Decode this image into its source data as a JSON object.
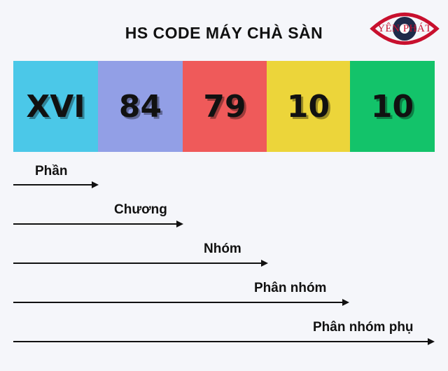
{
  "title": "HS CODE MÁY CHÀ SÀN",
  "logo": {
    "text": "YÊN PHÁT",
    "icon": "eye-logo-icon"
  },
  "colors": {
    "xvi": "#4bc8e8",
    "c84": "#929fe6",
    "c79": "#ef5a5a",
    "c10a": "#ecd53a",
    "c10b": "#13c36a",
    "logo_red": "#c8102e",
    "logo_dark": "#1e2a4a"
  },
  "codes": [
    "XVI",
    "84",
    "79",
    "10",
    "10"
  ],
  "levels": [
    "Phần",
    "Chương",
    "Nhóm",
    "Phân nhóm",
    "Phân nhóm phụ"
  ]
}
